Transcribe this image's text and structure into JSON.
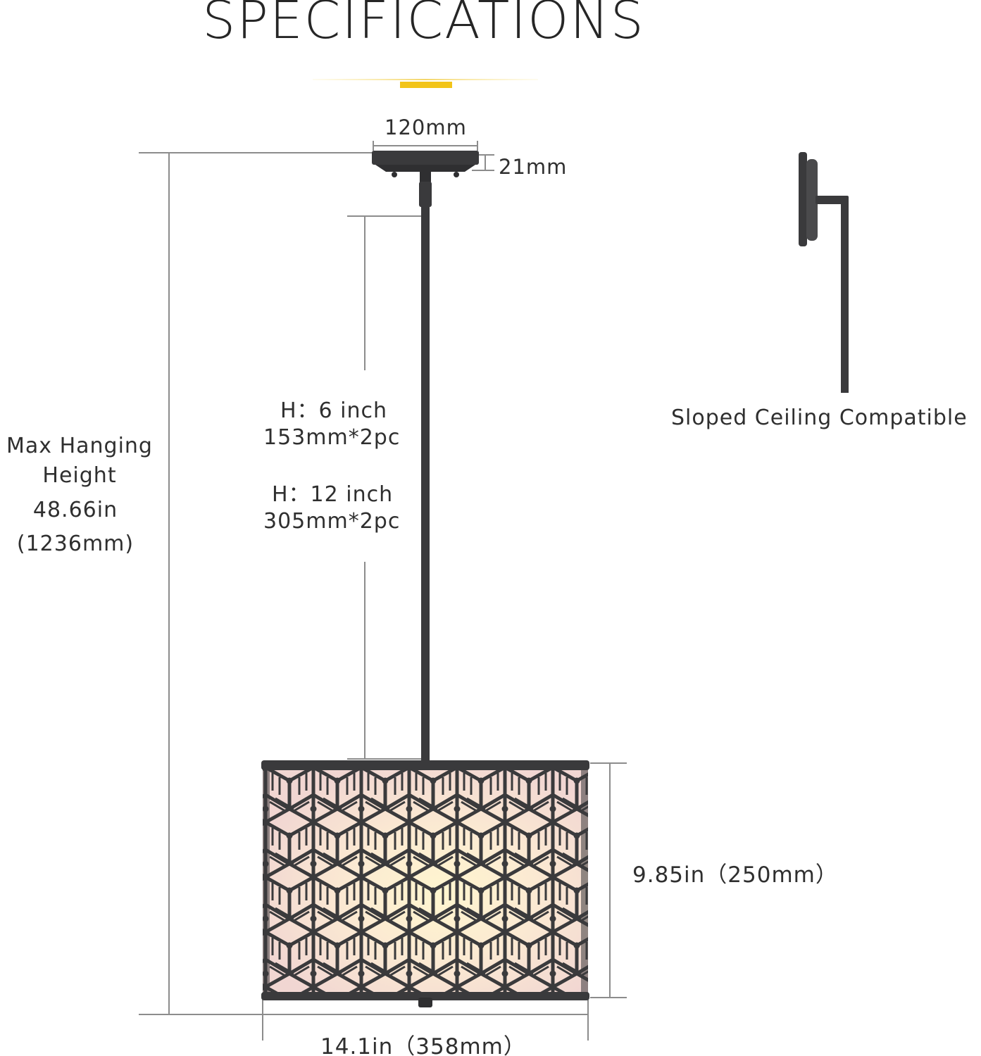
{
  "header": {
    "title": "SPECIFICATIONS",
    "accent_color": "#f2c418"
  },
  "dimensions": {
    "canopy_width": "120mm",
    "canopy_height": "21mm",
    "rod_short_line1": "H：6 inch",
    "rod_short_line2": "153mm*2pc",
    "rod_long_line1": "H：12 inch",
    "rod_long_line2": "305mm*2pc",
    "max_height_line1": "Max Hanging",
    "max_height_line2": "Height",
    "max_height_line3": "48.66in",
    "max_height_line4": "(1236mm)",
    "shade_height": "9.85in（250mm）",
    "shade_width": "14.1in（358mm）"
  },
  "features": {
    "sloped_ceiling": "Sloped Ceiling Compatible"
  },
  "colors": {
    "fixture_metal": "#3a3a3c",
    "dimension_line": "#8c8c8c",
    "shade_inner_glow": "#fff3c8",
    "shade_inner_edge": "#f3dcd6"
  }
}
